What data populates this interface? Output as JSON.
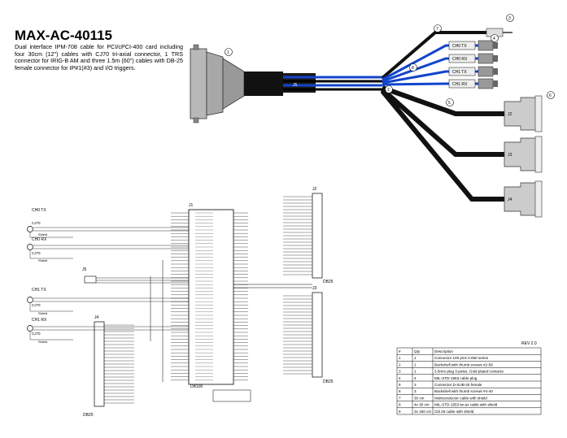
{
  "title": "MAX-AC-40115",
  "description": "Dual interface IPM-708 cable for PCI/cPCI-400 card including four 30cm (12\") cables with CJ70 tri-axial connector, 1 TRS connector for IRIG-B AM and three 1.5m (60\") cables with DB-25 female connector for IP#1(#3) and I/O triggers.",
  "cable_labels": {
    "j5": "J5",
    "j2": "J2",
    "j3": "J3",
    "j4": "J4",
    "ch0_tx": "CH0 TX",
    "ch0_rx": "CH0 RX",
    "ch1_tx": "CH1 TX",
    "ch1_rx": "CH1 RX"
  },
  "callouts": [
    "1",
    "2",
    "3",
    "4",
    "5",
    "6",
    "7",
    "8"
  ],
  "schematic": {
    "left_channels": [
      {
        "name": "CH0 TX",
        "sub": "CJ70",
        "shield": "Shield"
      },
      {
        "name": "CH0 RX",
        "sub": "CJ70",
        "shield": "Shield"
      },
      {
        "name": "CH1 TX",
        "sub": "CJ70",
        "shield": "Shield"
      },
      {
        "name": "CH1 RX",
        "sub": "CJ70",
        "shield": "Shield"
      }
    ],
    "j1_label": "J1",
    "j1_part": "DB100",
    "j2_label": "J2",
    "j3_label": "J3",
    "j4_label": "J4",
    "j5_label": "J5",
    "db25_a": "DB25",
    "db25_b": "DB25",
    "db25_c": "DB25"
  },
  "bom": {
    "rev": "REV 2.0",
    "headers": [
      "#",
      "Qty",
      "Description"
    ],
    "rows": [
      [
        "1",
        "1",
        "Connector 100 pins 0.050 series"
      ],
      [
        "2",
        "1",
        "Backshell with thumb screws #2-56"
      ],
      [
        "3",
        "1",
        "3.5mm plug 3-poles, Gold plated contacts"
      ],
      [
        "4",
        "4",
        "MIL-STD-1553 cable plug"
      ],
      [
        "5",
        "3",
        "Connector D-SUB-25 female"
      ],
      [
        "6",
        "3",
        "Backshell with thumb screws #4-40"
      ],
      [
        "7",
        "30 cm",
        "Multiconductor cable with shield"
      ],
      [
        "8",
        "4x 30 cm",
        "MIL-STD-1553 tw-ax cable with shield"
      ],
      [
        "9",
        "3x 150 cm",
        "Cbl 25 cable with shield"
      ]
    ]
  }
}
